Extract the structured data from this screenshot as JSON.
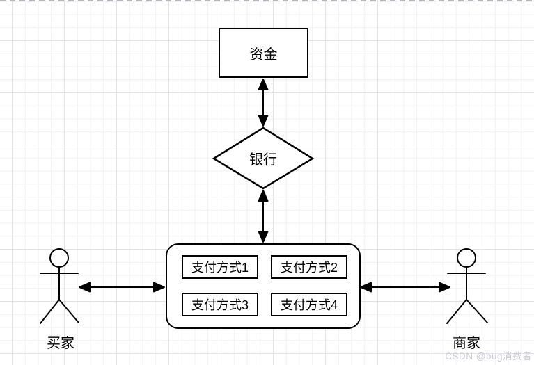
{
  "diagram": {
    "funds_label": "资金",
    "bank_label": "银行",
    "payment_methods": [
      "支付方式1",
      "支付方式2",
      "支付方式3",
      "支付方式4"
    ],
    "buyer_label": "买家",
    "merchant_label": "商家"
  },
  "watermark": "CSDN @bug消费者",
  "colors": {
    "shape_stroke": "#000000",
    "shape_fill": "#ffffff",
    "grid_minor": "#f1f1f4",
    "grid_major": "#e2e2e7",
    "page_break_dash": "#b9b9bd",
    "watermark_text": "#c9cad3"
  }
}
